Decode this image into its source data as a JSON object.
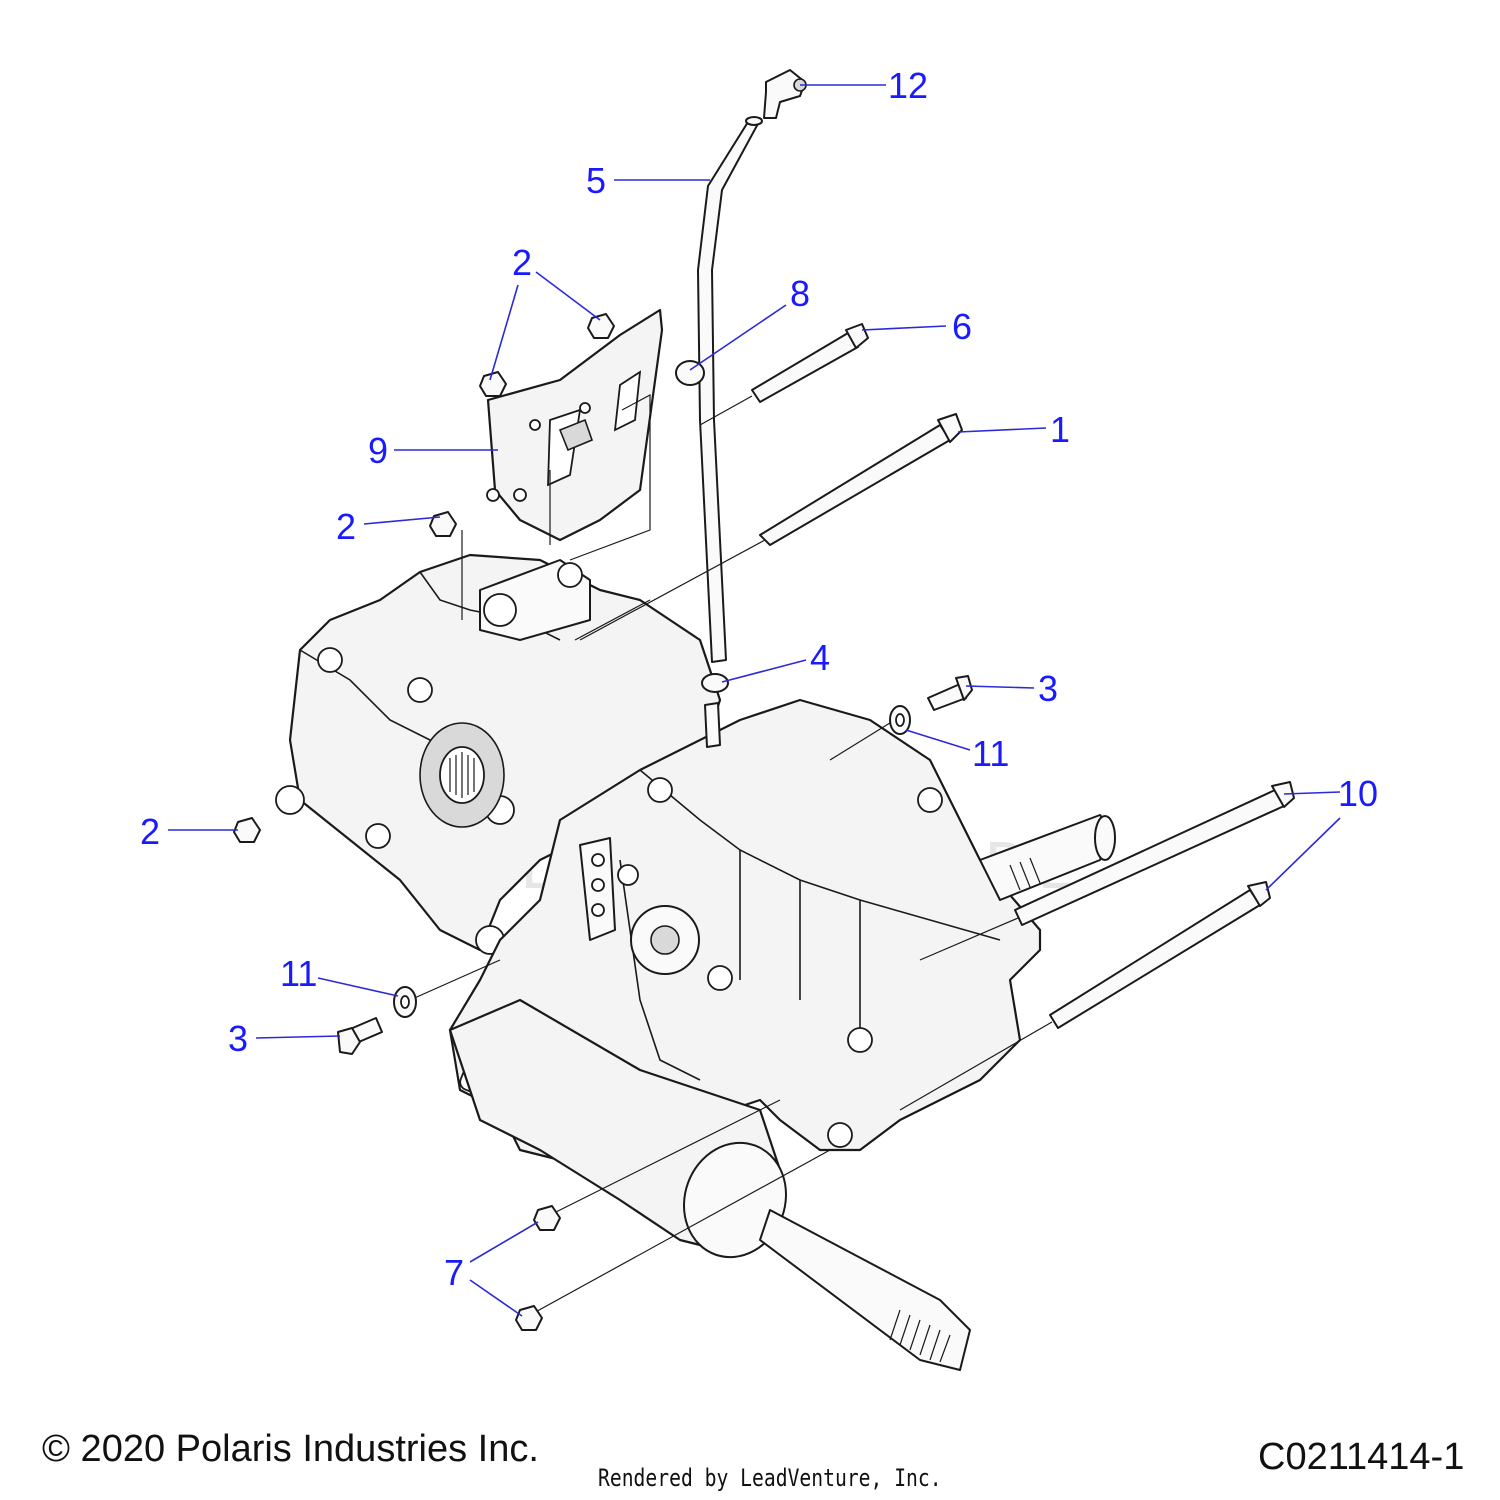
{
  "diagram": {
    "watermark_text": "LEADVENTURE",
    "callouts": [
      {
        "id": "12",
        "label": "12"
      },
      {
        "id": "5",
        "label": "5"
      },
      {
        "id": "2a",
        "label": "2"
      },
      {
        "id": "8",
        "label": "8"
      },
      {
        "id": "6",
        "label": "6"
      },
      {
        "id": "1",
        "label": "1"
      },
      {
        "id": "9",
        "label": "9"
      },
      {
        "id": "2b",
        "label": "2"
      },
      {
        "id": "4",
        "label": "4"
      },
      {
        "id": "3a",
        "label": "3"
      },
      {
        "id": "11a",
        "label": "11"
      },
      {
        "id": "10",
        "label": "10"
      },
      {
        "id": "2c",
        "label": "2"
      },
      {
        "id": "11b",
        "label": "11"
      },
      {
        "id": "3b",
        "label": "3"
      },
      {
        "id": "7",
        "label": "7"
      }
    ]
  },
  "footer": {
    "copyright": "© 2020 Polaris Industries Inc.",
    "rendered_by": "Rendered by LeadVenture, Inc.",
    "drawing_number": "C0211414-1"
  }
}
